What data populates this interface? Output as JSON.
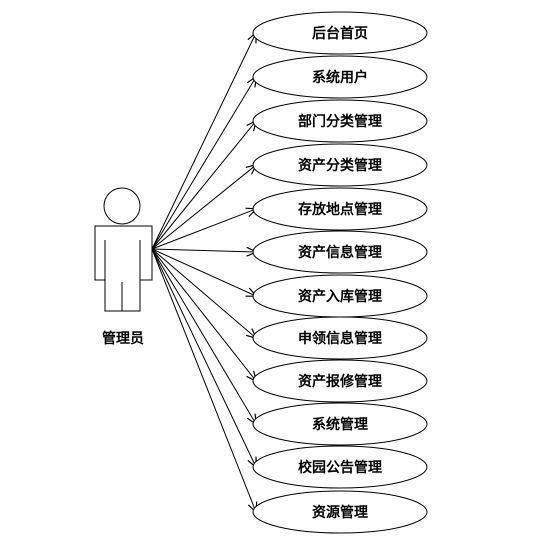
{
  "actor": {
    "label": "管理员"
  },
  "use_cases": [
    {
      "label": "后台首页"
    },
    {
      "label": "系统用户"
    },
    {
      "label": "部门分类管理"
    },
    {
      "label": "资产分类管理"
    },
    {
      "label": "存放地点管理"
    },
    {
      "label": "资产信息管理"
    },
    {
      "label": "资产入库管理"
    },
    {
      "label": "申领信息管理"
    },
    {
      "label": "资产报修管理"
    },
    {
      "label": "系统管理"
    },
    {
      "label": "校园公告管理"
    },
    {
      "label": "资源管理"
    }
  ]
}
